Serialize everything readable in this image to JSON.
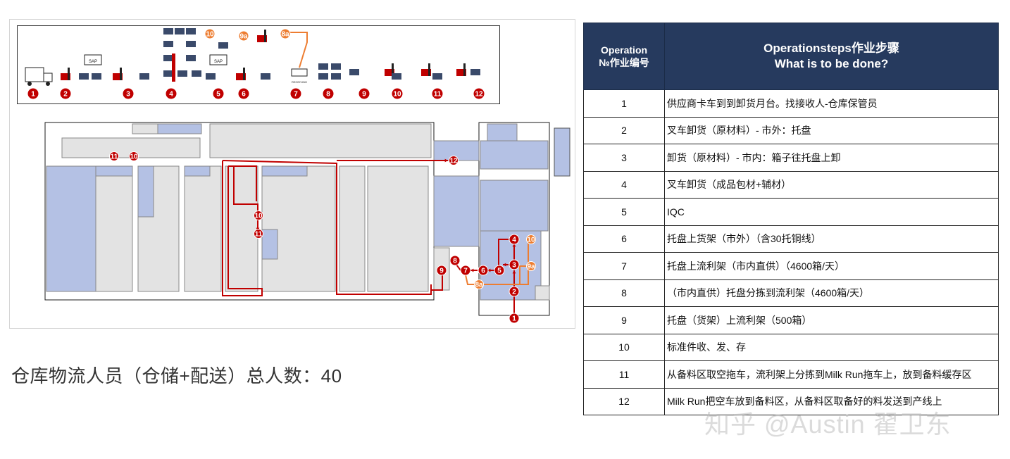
{
  "process_strip": {
    "step_markers": [
      "1",
      "2",
      "3",
      "4",
      "5",
      "6",
      "7",
      "8",
      "9",
      "10",
      "11",
      "12"
    ],
    "sap_labels": [
      "SAP",
      "SAP"
    ],
    "receiving_label": "RECEIVING",
    "orange_markers": [
      "10",
      "9a",
      "8a"
    ]
  },
  "floor_plan": {
    "markers_red": [
      "1",
      "2",
      "3",
      "4",
      "5",
      "6",
      "7",
      "8",
      "9",
      "10",
      "11",
      "11",
      "10",
      "12"
    ],
    "markers_orange": [
      "10",
      "9a",
      "8a"
    ],
    "colors": {
      "area_blue": "#b4c1e4",
      "area_gray": "#e3e3e3",
      "route_red": "#c00000",
      "route_orange": "#ed7d31",
      "wall": "#1a1a1a"
    }
  },
  "headcount_text": "仓库物流人员（仓储+配送）总人数：40",
  "table": {
    "header_num_line1": "Operation",
    "header_num_line2": "№作业编号",
    "header_step_line1": "Operationsteps作业步骤",
    "header_step_line2": "What is to be done?",
    "header_color": "#263a5e",
    "rows": [
      {
        "num": "1",
        "step": "供应商卡车到到卸货月台。找接收人-仓库保管员"
      },
      {
        "num": "2",
        "step": "叉车卸货（原材料）- 市外：托盘"
      },
      {
        "num": "3",
        "step": "卸货（原材料）- 市内：箱子往托盘上卸"
      },
      {
        "num": "4",
        "step": "叉车卸货（成品包材+辅材）"
      },
      {
        "num": "5",
        "step": "IQC"
      },
      {
        "num": "6",
        "step": "托盘上货架（市外）（含30托铜线）"
      },
      {
        "num": "7",
        "step": "托盘上流利架（市内直供）（4600箱/天）"
      },
      {
        "num": "8",
        "step": "（市内直供）托盘分拣到流利架（4600箱/天）"
      },
      {
        "num": "9",
        "step": "托盘（货架）上流利架（500箱）"
      },
      {
        "num": "10",
        "step": "标准件收、发、存"
      },
      {
        "num": "11",
        "step": "从备料区取空拖车，流利架上分拣到Milk Run拖车上，放到备料缓存区"
      },
      {
        "num": "12",
        "step": "Milk Run把空车放到备料区，从备料区取备好的料发送到产线上"
      }
    ]
  },
  "watermark": "知乎 @Austin 翟卫东"
}
